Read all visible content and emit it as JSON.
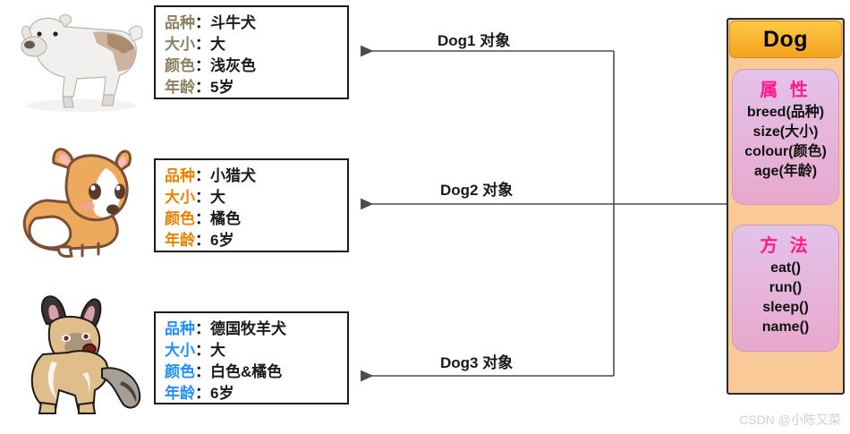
{
  "diagram": {
    "title_text": "Dog",
    "watermark": "CSDN @小陈又菜"
  },
  "objects": [
    {
      "id": "dog1",
      "image_name": "bulldog-photo",
      "arrow_label": "Dog1 对象",
      "label_color": "#8c8060",
      "attributes": [
        {
          "key": "品种",
          "sep": "：",
          "value": "斗牛犬"
        },
        {
          "key": "大小",
          "sep": "：",
          "value": "大"
        },
        {
          "key": "颜色",
          "sep": "：",
          "value": "浅灰色"
        },
        {
          "key": "年龄",
          "sep": "：",
          "value": "5岁"
        }
      ]
    },
    {
      "id": "dog2",
      "image_name": "corgi-cartoon",
      "arrow_label": "Dog2 对象",
      "label_color": "#f08000",
      "attributes": [
        {
          "key": "品种",
          "sep": "：",
          "value": "小猎犬"
        },
        {
          "key": "大小",
          "sep": "：",
          "value": "大"
        },
        {
          "key": "颜色",
          "sep": "：",
          "value": "橘色"
        },
        {
          "key": "年龄",
          "sep": "：",
          "value": "6岁"
        }
      ]
    },
    {
      "id": "dog3",
      "image_name": "german-shepherd-illustration",
      "arrow_label": "Dog3 对象",
      "label_color": "#1e90ff",
      "attributes": [
        {
          "key": "品种",
          "sep": "：",
          "value": "德国牧羊犬"
        },
        {
          "key": "大小",
          "sep": "：",
          "value": "大"
        },
        {
          "key": "颜色",
          "sep": "：",
          "value": "白色&橘色"
        },
        {
          "key": "年龄",
          "sep": "：",
          "value": "6岁"
        }
      ]
    }
  ],
  "dog_class": {
    "name": "Dog",
    "attributes_panel": {
      "heading": "属 性",
      "items": [
        "breed(品种)",
        "size(大小)",
        "colour(颜色)",
        "age(年龄)"
      ]
    },
    "methods_panel": {
      "heading": "方 法",
      "items": [
        "eat()",
        "run()",
        "sleep()",
        "name()"
      ]
    }
  },
  "colors": {
    "class_header": "#f5a21e",
    "class_body": "#fac998",
    "panel_top": "#e3c2ea",
    "panel_bottom": "#e9a8cc",
    "panel_heading": "#ff1a8c",
    "connector": "#4d4d4d"
  }
}
